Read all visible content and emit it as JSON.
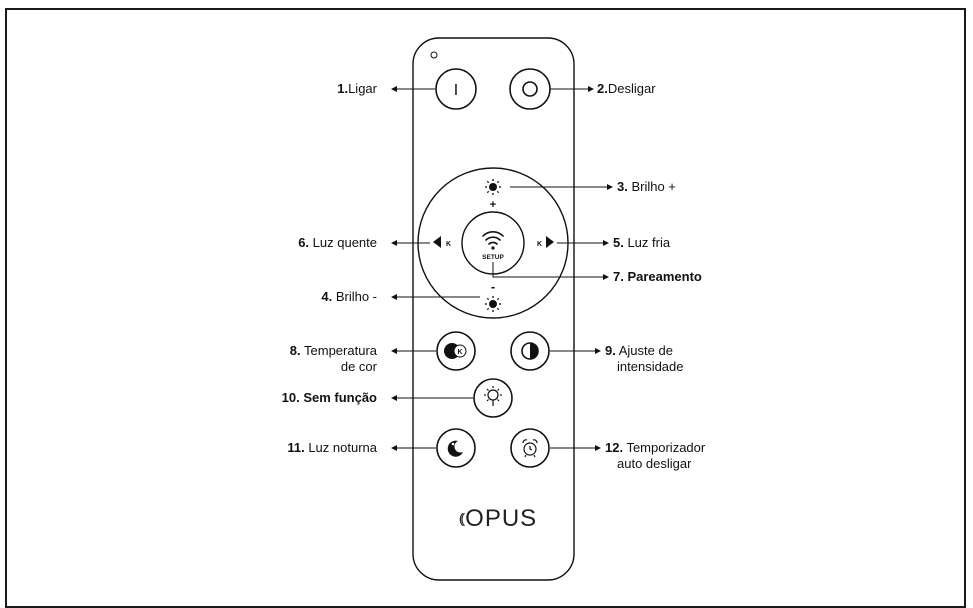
{
  "brand": {
    "logo_text": "OPUS",
    "logo_mark": "(("
  },
  "buttons": {
    "on": {
      "symbol": "I"
    },
    "setup": {
      "label": "SETUP"
    },
    "plus": {
      "symbol": "+"
    },
    "minus": {
      "symbol": "-"
    },
    "warm": {
      "symbol": "K"
    },
    "cold": {
      "symbol": "K"
    },
    "color_temp": {
      "symbol": "K"
    }
  },
  "labels": {
    "l1": {
      "num": "1.",
      "text": "Ligar"
    },
    "l2": {
      "num": "2.",
      "text": "Desligar"
    },
    "l3": {
      "num": "3.",
      "text": " Brilho +"
    },
    "l4": {
      "num": "4.",
      "text": " Brilho -"
    },
    "l5": {
      "num": "5.",
      "text": " Luz fria"
    },
    "l6": {
      "num": "6.",
      "text": " Luz quente"
    },
    "l7": {
      "num": "7.",
      "text": " Pareamento"
    },
    "l8": {
      "num": "8.",
      "text": " Temperatura",
      "text2": "de cor"
    },
    "l9": {
      "num": "9.",
      "text": " Ajuste de",
      "text2": "intensidade"
    },
    "l10": {
      "num": "10.",
      "text": " Sem função"
    },
    "l11": {
      "num": "11.",
      "text": " Luz noturna"
    },
    "l12": {
      "num": "12.",
      "text": " Temporizador",
      "text2": "auto desligar"
    }
  }
}
